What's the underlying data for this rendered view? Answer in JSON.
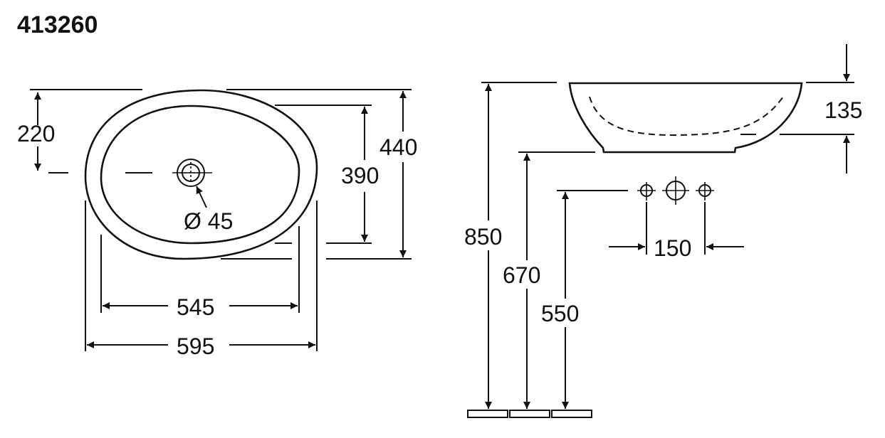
{
  "title": "413260",
  "top_view": {
    "dim_220": "220",
    "dim_440": "440",
    "dim_390": "390",
    "dim_545": "545",
    "dim_595": "595",
    "drain_diameter": "Ø 45"
  },
  "side_view": {
    "dim_135": "135",
    "dim_850": "850",
    "dim_670": "670",
    "dim_550": "550",
    "dim_150": "150"
  }
}
